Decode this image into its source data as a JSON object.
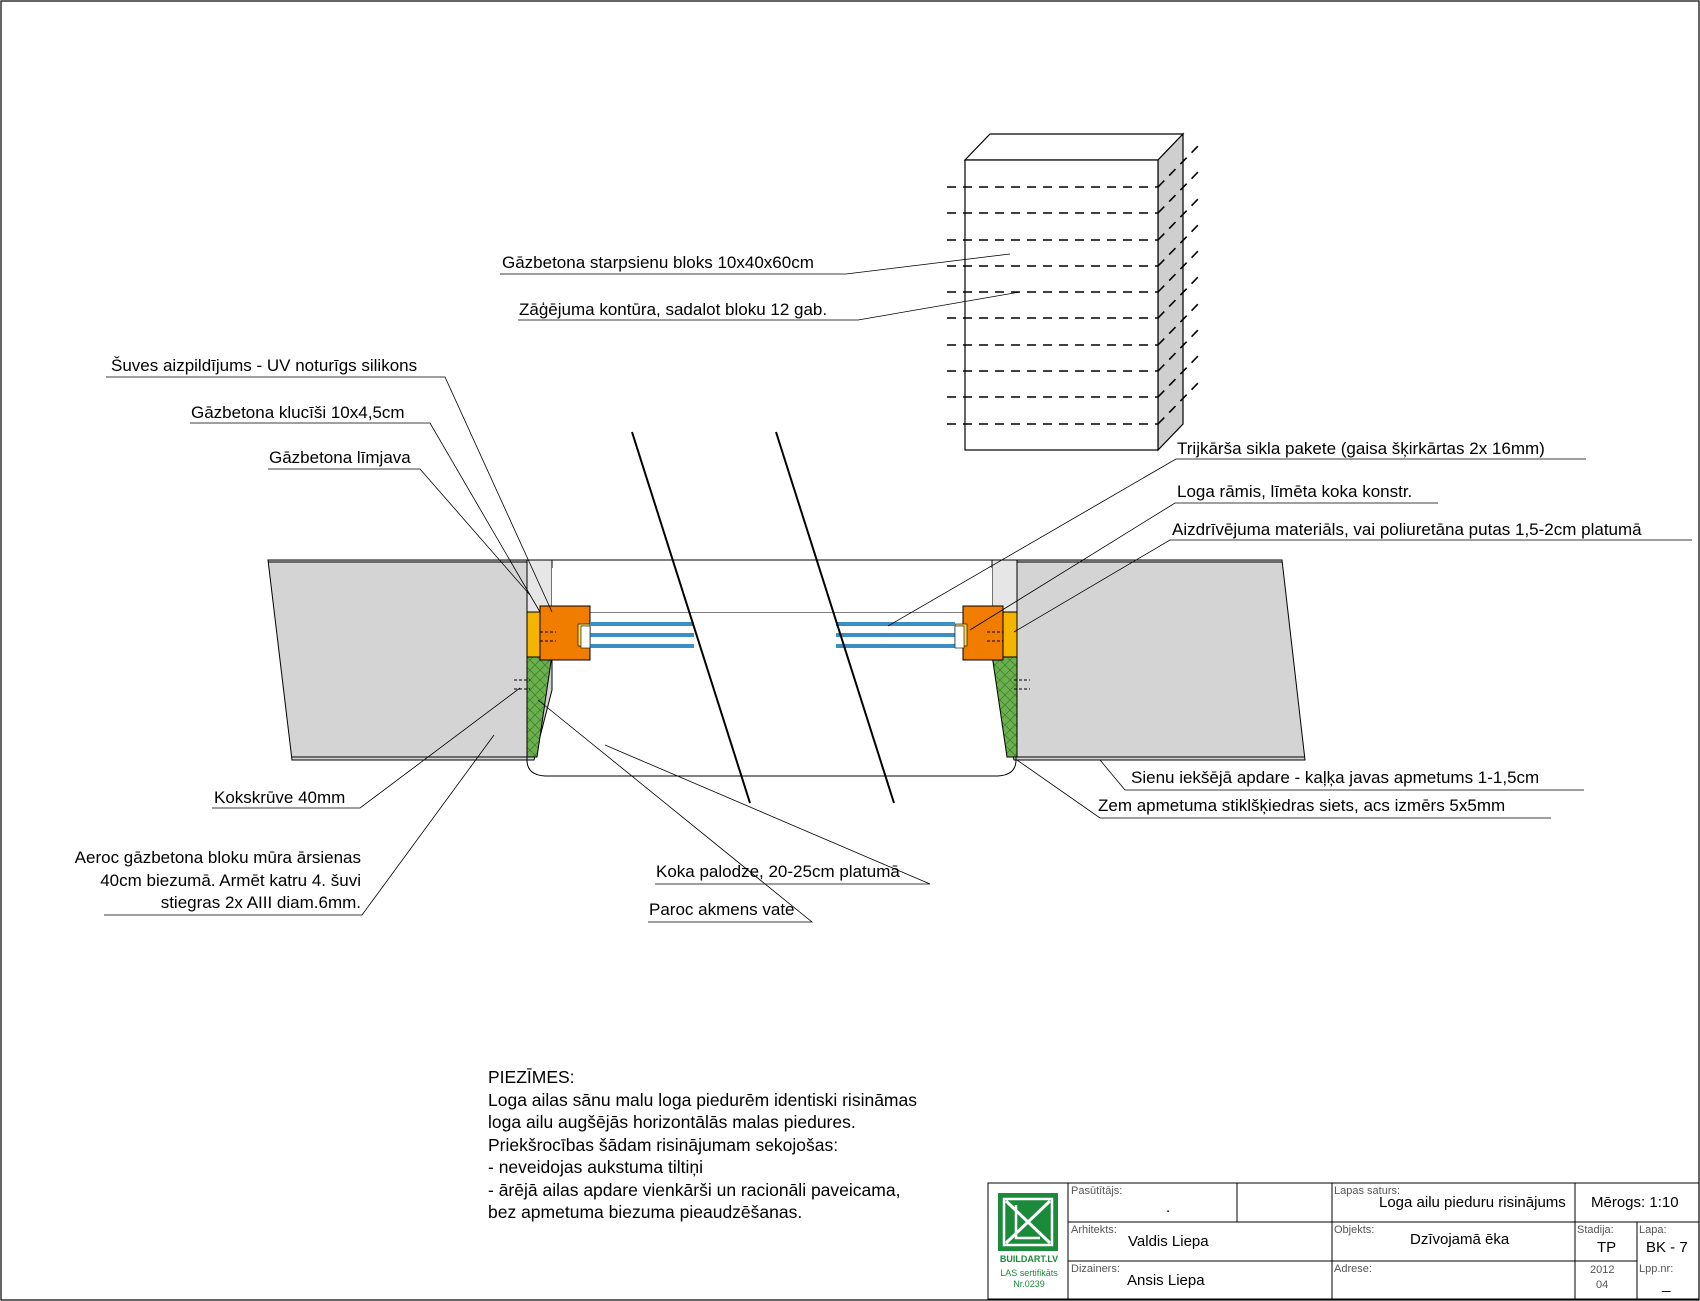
{
  "callouts": {
    "block": "Gāzbetona starpsienu bloks 10x40x60cm",
    "cut_contour": "Zāģējuma kontūra, sadalot bloku 12 gab.",
    "joint_fill": "Šuves aizpildījums - UV noturīgs silikons",
    "blocklets": "Gāzbetona klucīši 10x4,5cm",
    "adhesive": "Gāzbetona līmjava",
    "triple_glass": "Trijkārša sikla pakete (gaisa šķirkārtas 2x 16mm)",
    "window_frame": "Loga rāmis, līmēta koka konstr.",
    "sealing": "Aizdrīvējuma materiāls, vai poliuretāna putas 1,5-2cm platumā",
    "wood_screw": "Kokskrūve 40mm",
    "wall_line1": "Aeroc gāzbetona bloku mūra ārsienas",
    "wall_line2": "40cm biezumā. Armēt katru 4. šuvi",
    "wall_line3": "stiegras 2x AIII diam.6mm.",
    "windowsill": "Koka palodze, 20-25cm platumā",
    "wool": "Paroc akmens vate",
    "interior_finish": "Sienu iekšējā apdare - kaļķa javas apmetums 1-1,5cm",
    "mesh": "Zem apmetuma stiklšķiedras siets, acs izmērs 5x5mm"
  },
  "notes": [
    "PIEZĪMES:",
    "Loga ailas sānu malu loga piedurēm identiski risināmas",
    "loga ailu augšējās horizontālās malas piedures.",
    "Priekšrocības šādam risinājumam sekojošas:",
    "- neveidojas aukstuma tiltiņi",
    "- ārējā ailas apdare vienkārši un racionāli paveicama,",
    "bez apmetuma biezuma pieaudzēšanas."
  ],
  "title_block": {
    "client_caption": "Pasūtītājs:",
    "client_value": ".",
    "architect_caption": "Arhitekts:",
    "architect_value": "Valdis Liepa",
    "designer_caption": "Dizainers:",
    "designer_value": "Ansis Liepa",
    "content_caption": "Lapas saturs:",
    "content_value": "Loga ailu pieduru risinājums",
    "object_caption": "Objekts:",
    "object_value": "Dzīvojamā ēka",
    "address_caption": "Adrese:",
    "scale_label": "Mērogs: 1:10",
    "stage_caption": "Stadija:",
    "stage_value": "TP",
    "sheet_caption": "Lapa:",
    "sheet_value": "BK - 7",
    "year": "2012",
    "month": "04",
    "pages_caption": "Lpp.nr:",
    "pages_value": "_",
    "logo_name": "BUILDART.LV",
    "cert_line1": "LAS sertifikāts",
    "cert_line2": "Nr.0239"
  },
  "colors": {
    "wall": "#d4d4d4",
    "frame": "#f07d00",
    "blocklet": "#f4b400",
    "wool": "#6ab04c",
    "glass": "#3b8fc4",
    "brand": "#1b8a3a"
  }
}
